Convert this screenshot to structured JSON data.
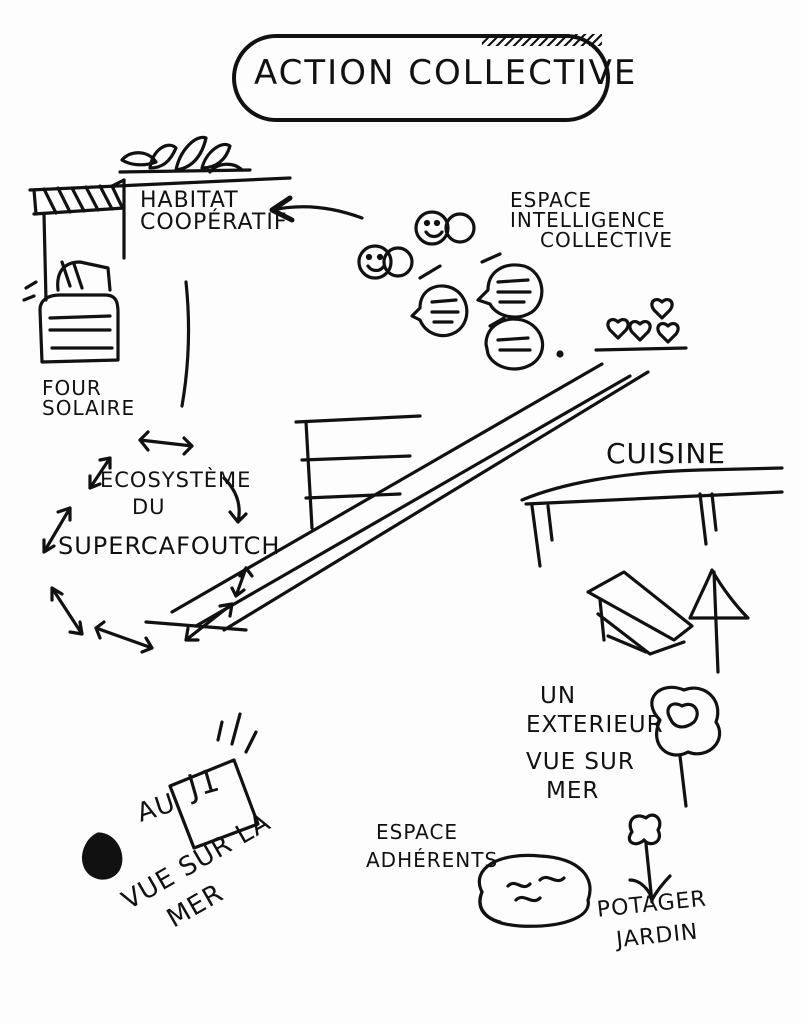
{
  "title": "ACTION COLLECTIVE",
  "labels": {
    "habitat": [
      "HABITAT",
      "COOPÉRATIF"
    ],
    "espace_ic": [
      "ESPACE",
      "INTELLIGENCE",
      "COLLECTIVE"
    ],
    "four": [
      "FOUR",
      "SOLAIRE"
    ],
    "ecosysteme": [
      "ECOSYSTÈME",
      "DU",
      "SUPERCAFOUTCH"
    ],
    "cuisine": "CUISINE",
    "exterieur": [
      "UN",
      "EXTERIEUR",
      "VUE SUR",
      "MER"
    ],
    "adherents": [
      "ESPACE",
      "ADHÉRENTS"
    ],
    "potager": [
      "POTAGER",
      "JARDIN"
    ],
    "au": "AU",
    "j1": "J1",
    "vuemer": [
      "VUE SUR LA",
      "MER"
    ]
  },
  "colors": {
    "ink": "#111111",
    "paper": "#fdfdfd"
  },
  "icons": [
    "solar-oven-icon",
    "hatched-roof-icon",
    "plants-icon",
    "people-faces-icon",
    "speech-bubbles-icon",
    "hearts-icon",
    "table-icon",
    "deck-chair-icon",
    "parasol-icon",
    "tree-icon",
    "flower-icon",
    "pool-icon",
    "shelves-icon",
    "black-drop-icon",
    "cycle-arrows-icon"
  ]
}
